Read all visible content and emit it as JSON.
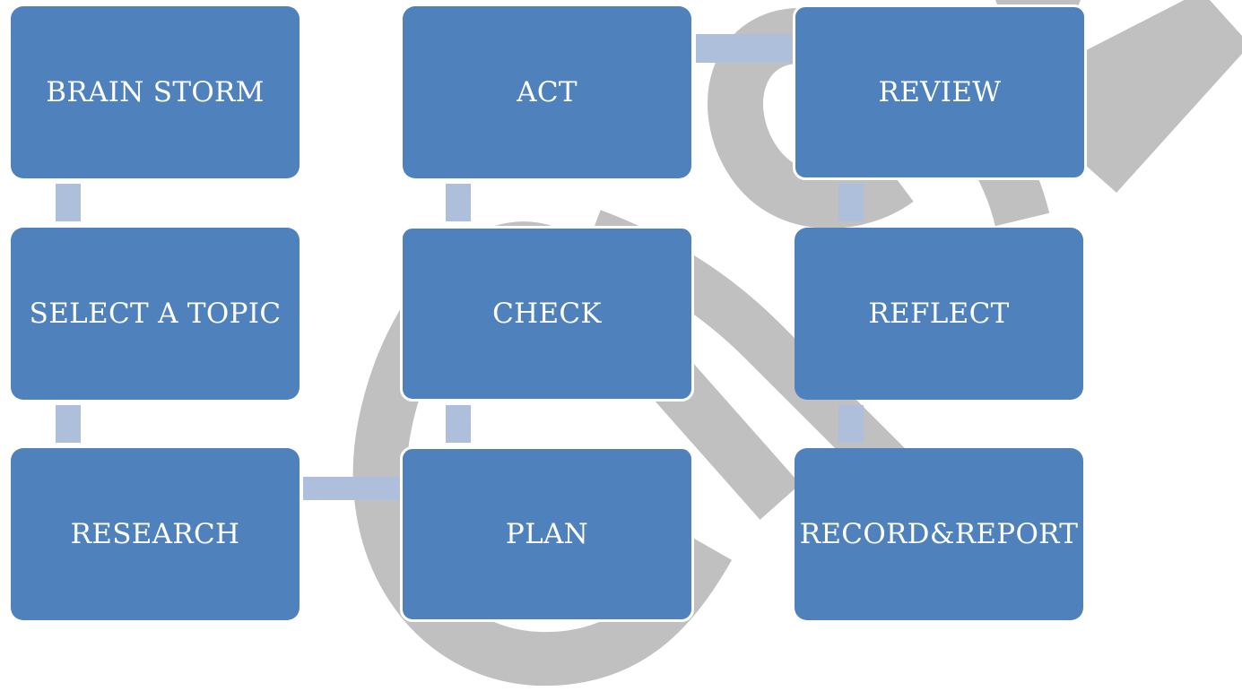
{
  "watermark": {
    "icon": "check-mark-arrow-watermark",
    "color": "#c0c0c0"
  },
  "colors": {
    "node_fill": "#4f81bd",
    "node_text": "#ffffff",
    "connector": "#aebfdb"
  },
  "nodes": {
    "brain_storm": "BRAIN STORM",
    "select_a_topic": "SELECT A TOPIC",
    "research": "RESEARCH",
    "act": "ACT",
    "check": "CHECK",
    "plan": "PLAN",
    "review": "REVIEW",
    "reflect": "REFLECT",
    "record_report": "RECORD&REPORT"
  },
  "flow_order": [
    "BRAIN STORM",
    "SELECT A TOPIC",
    "RESEARCH",
    "PLAN",
    "CHECK",
    "ACT",
    "REVIEW",
    "REFLECT",
    "RECORD&REPORT"
  ]
}
